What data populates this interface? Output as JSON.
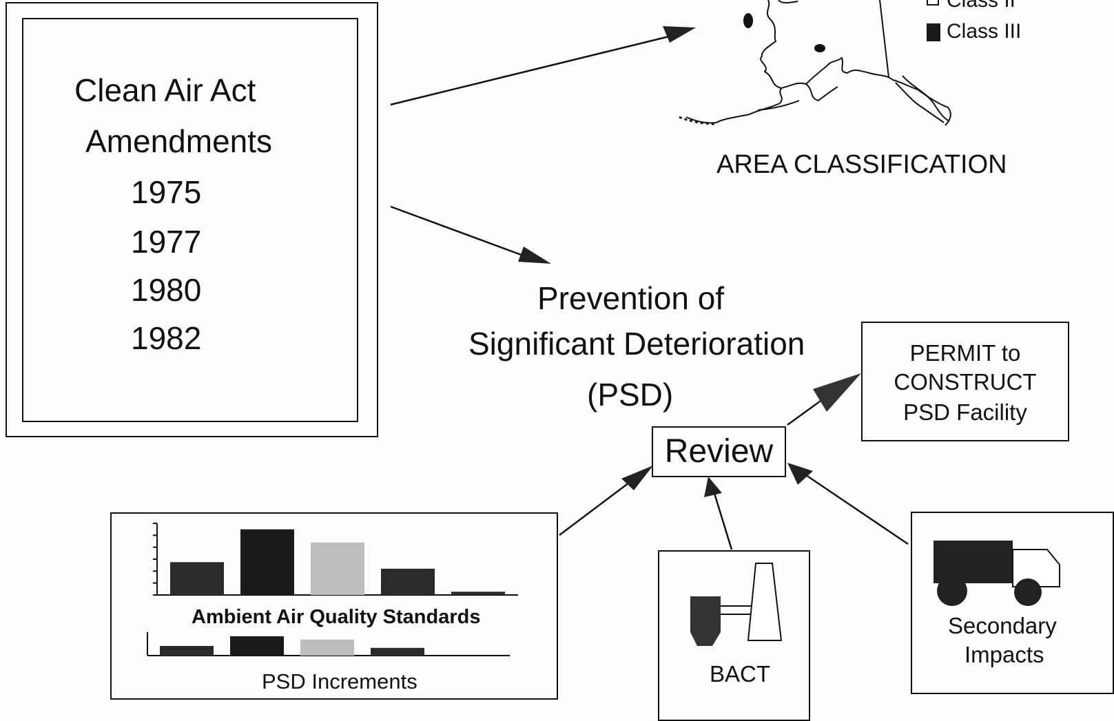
{
  "amendments": {
    "title_line1": "Clean Air Act",
    "title_line2": "Amendments",
    "years": [
      "1975",
      "1977",
      "1980",
      "1982"
    ]
  },
  "area_classification": {
    "caption": "AREA CLASSIFICATION",
    "legend": [
      {
        "label": "Class II",
        "swatch": "#ffffff"
      },
      {
        "label": "Class III",
        "swatch": "#1a1a1a"
      }
    ]
  },
  "psd": {
    "line1": "Prevention of",
    "line2": "Significant Deterioration",
    "line3": "(PSD)"
  },
  "review": {
    "label": "Review"
  },
  "permit": {
    "line1": "PERMIT to",
    "line2": "CONSTRUCT",
    "line3": "PSD Facility"
  },
  "standards_panel": {
    "ambient_label": "Ambient Air Quality Standards",
    "increments_label": "PSD Increments"
  },
  "bact": {
    "label": "BACT"
  },
  "secondary": {
    "line1": "Secondary",
    "line2": "Impacts"
  },
  "chart_data": [
    {
      "type": "bar",
      "xlabel": "Ambient Air Quality Standards",
      "values": [
        50,
        100,
        80,
        40,
        5
      ],
      "ylim": [
        0,
        120
      ]
    },
    {
      "type": "bar",
      "xlabel": "PSD Increments",
      "values": [
        15,
        30,
        25,
        12
      ]
    }
  ]
}
